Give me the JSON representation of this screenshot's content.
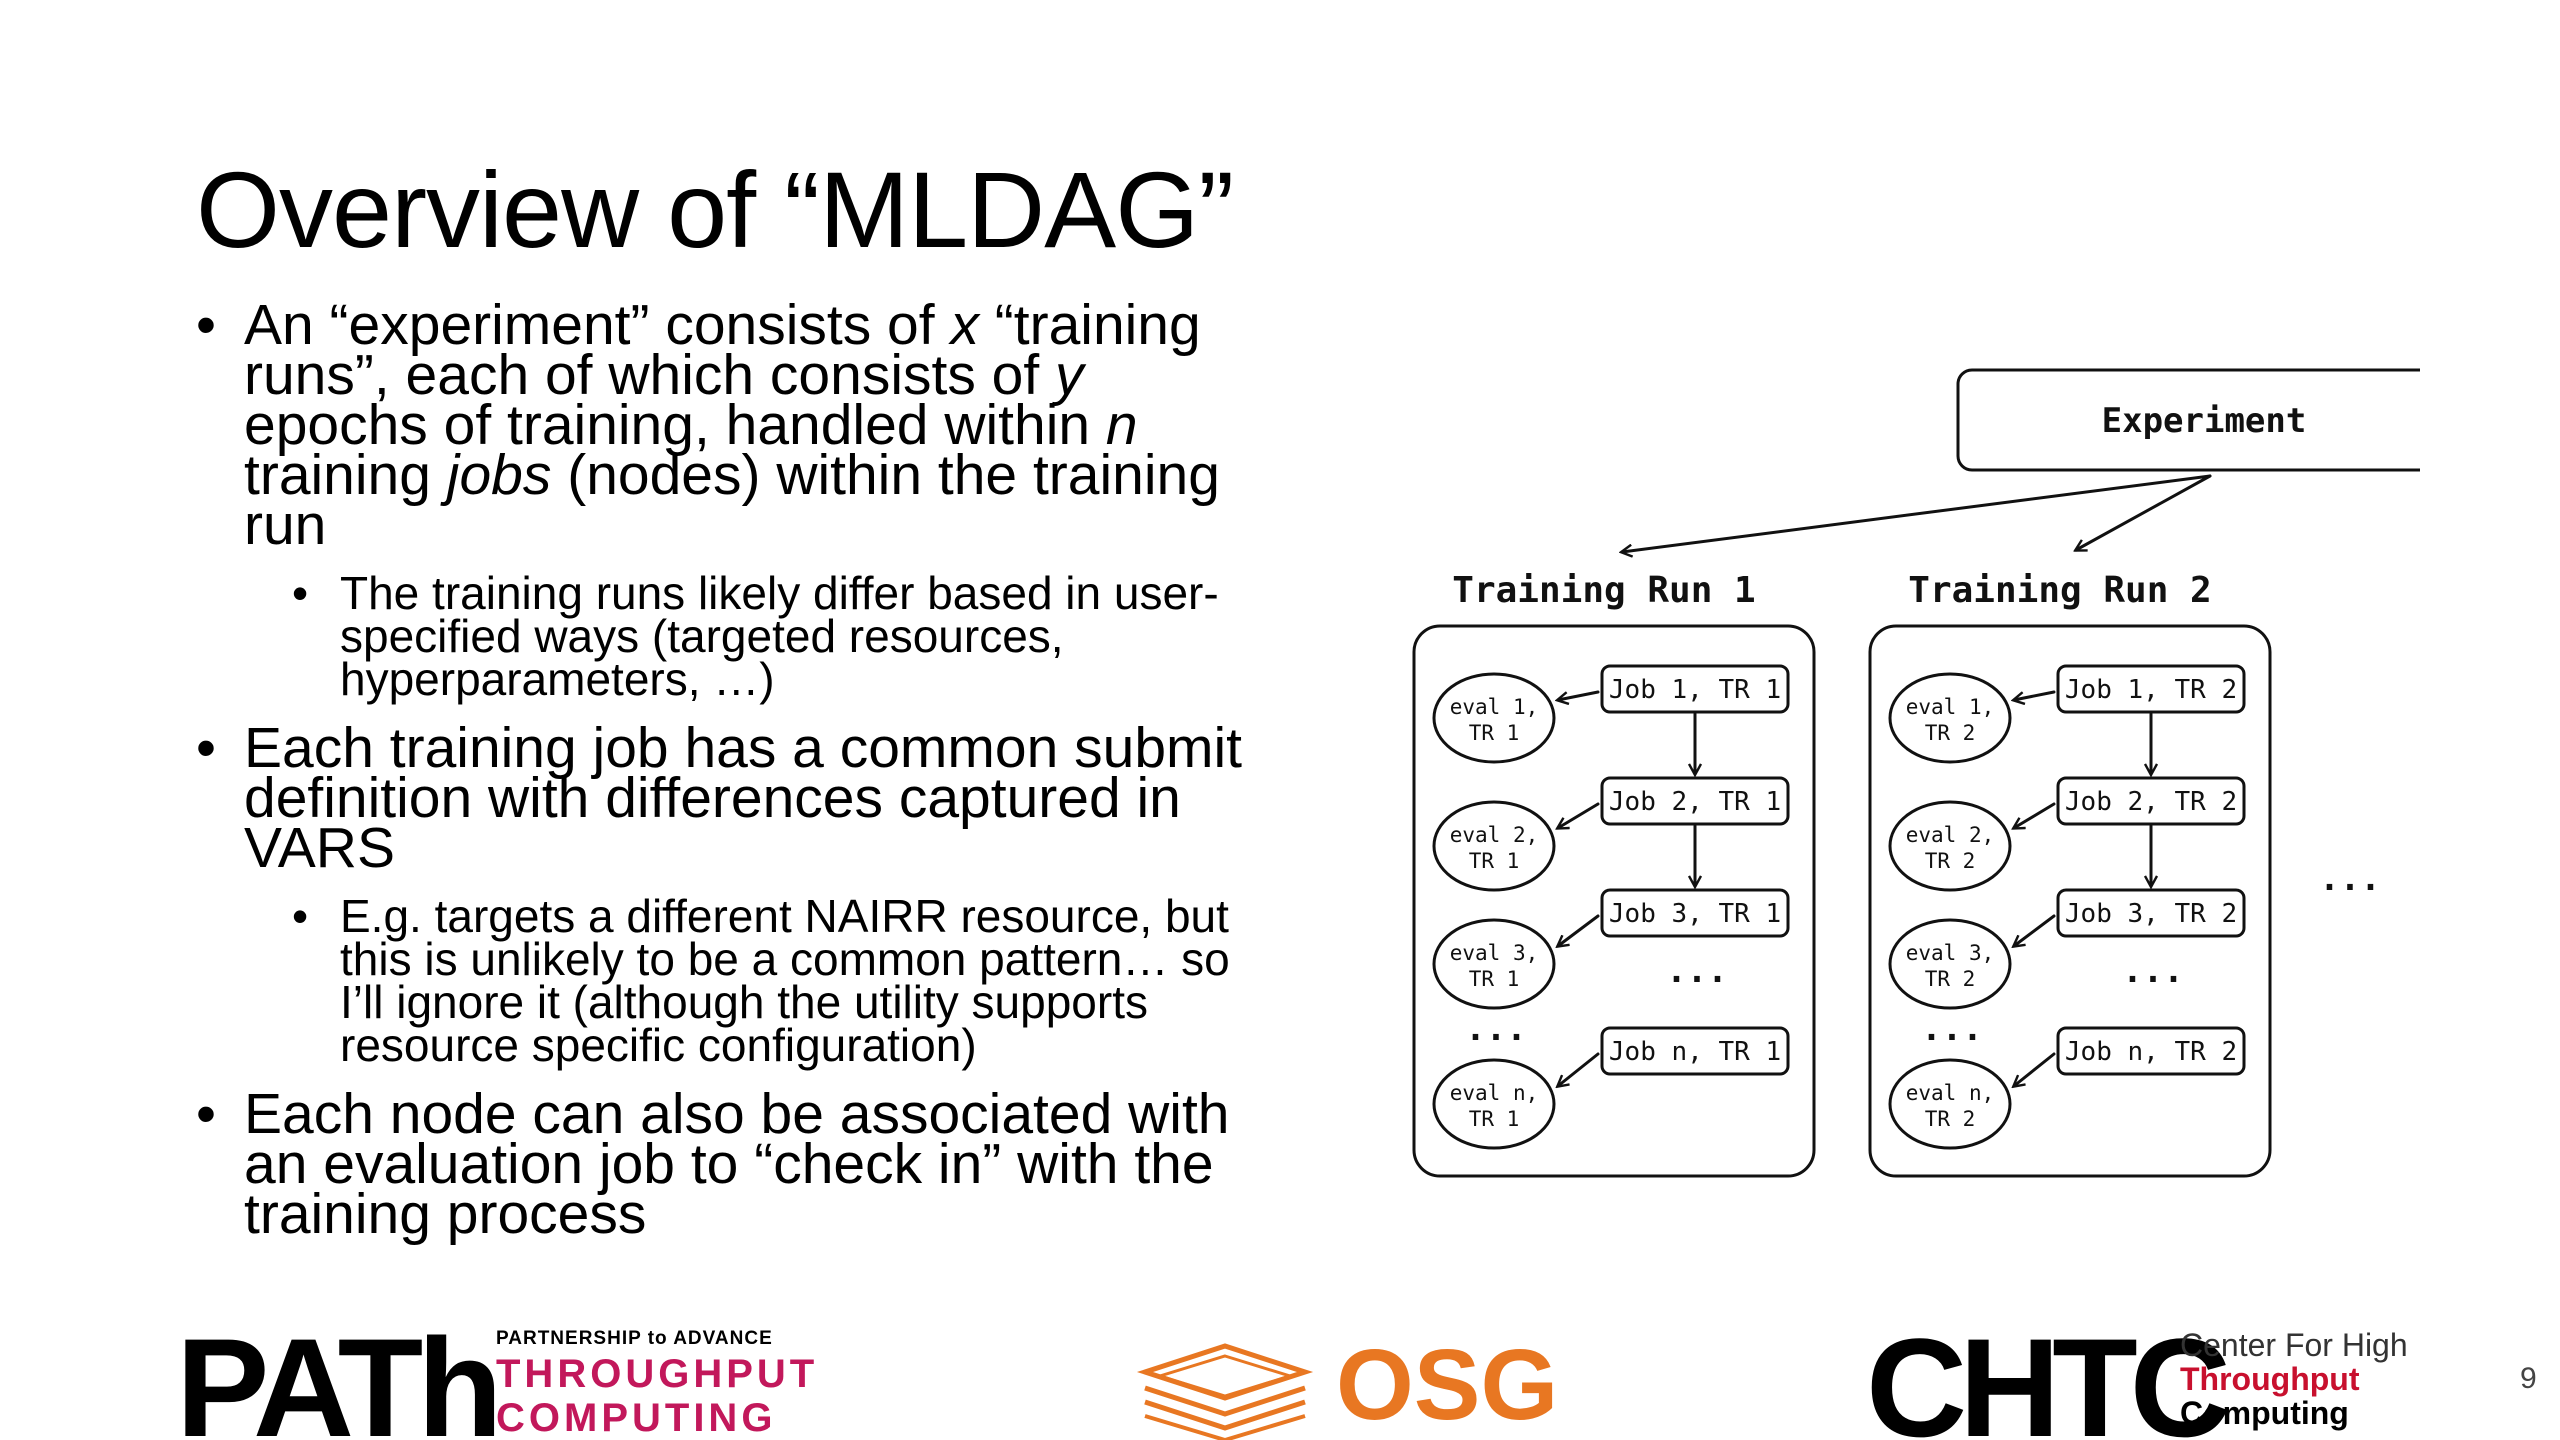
{
  "title": "Overview of “MLDAG”",
  "bullets": [
    {
      "parts": [
        "An “experiment” consists of ",
        "x",
        " “training runs”, each of which consists of ",
        "y",
        " epochs of training, handled within ",
        "n",
        " training ",
        "jobs",
        " (nodes) within the training run"
      ],
      "sub": [
        "The training runs likely differ based in user-specified ways (targeted resources, hyperparameters, …)"
      ]
    },
    {
      "parts": [
        "Each training job has a common submit definition with differences captured in VARS"
      ],
      "sub": [
        "E.g. targets a different NAIRR resource, but this is unlikely to be a common pattern… so I’ll ignore it (although the utility supports resource specific configuration)"
      ]
    },
    {
      "parts": [
        "Each node can also be associated with an evaluation job to “check in” with the training process"
      ],
      "sub": []
    }
  ],
  "diagram": {
    "experiment_label": "Experiment",
    "ellipsis": "...",
    "runs": [
      {
        "label": "Training Run 1",
        "jobs": [
          "Job 1, TR 1",
          "Job 2, TR 1",
          "Job 3, TR 1",
          "Job n, TR 1"
        ],
        "evals": [
          [
            "eval 1,",
            "TR 1"
          ],
          [
            "eval 2,",
            "TR 1"
          ],
          [
            "eval 3,",
            "TR 1"
          ],
          [
            "eval n,",
            "TR 1"
          ]
        ]
      },
      {
        "label": "Training Run 2",
        "jobs": [
          "Job 1, TR 2",
          "Job 2, TR 2",
          "Job 3, TR 2",
          "Job n, TR 2"
        ],
        "evals": [
          [
            "eval 1,",
            "TR 2"
          ],
          [
            "eval 2,",
            "TR 2"
          ],
          [
            "eval 3,",
            "TR 2"
          ],
          [
            "eval n,",
            "TR 2"
          ]
        ]
      }
    ]
  },
  "footer": {
    "path_logo": "PATh",
    "path_small": "PARTNERSHIP to ADVANCE",
    "path_line1": "THROUGHPUT",
    "path_line2": "COMPUTING",
    "osg": "OSG",
    "chtc_logo": "CHTC",
    "chtc_line1": "Center For High",
    "chtc_line2": "Throughput",
    "chtc_line3": "Computing"
  },
  "page_number": "9",
  "colors": {
    "path_accent": "#c2185b",
    "osg_orange": "#e87722",
    "chtc_red": "#c8102e"
  }
}
